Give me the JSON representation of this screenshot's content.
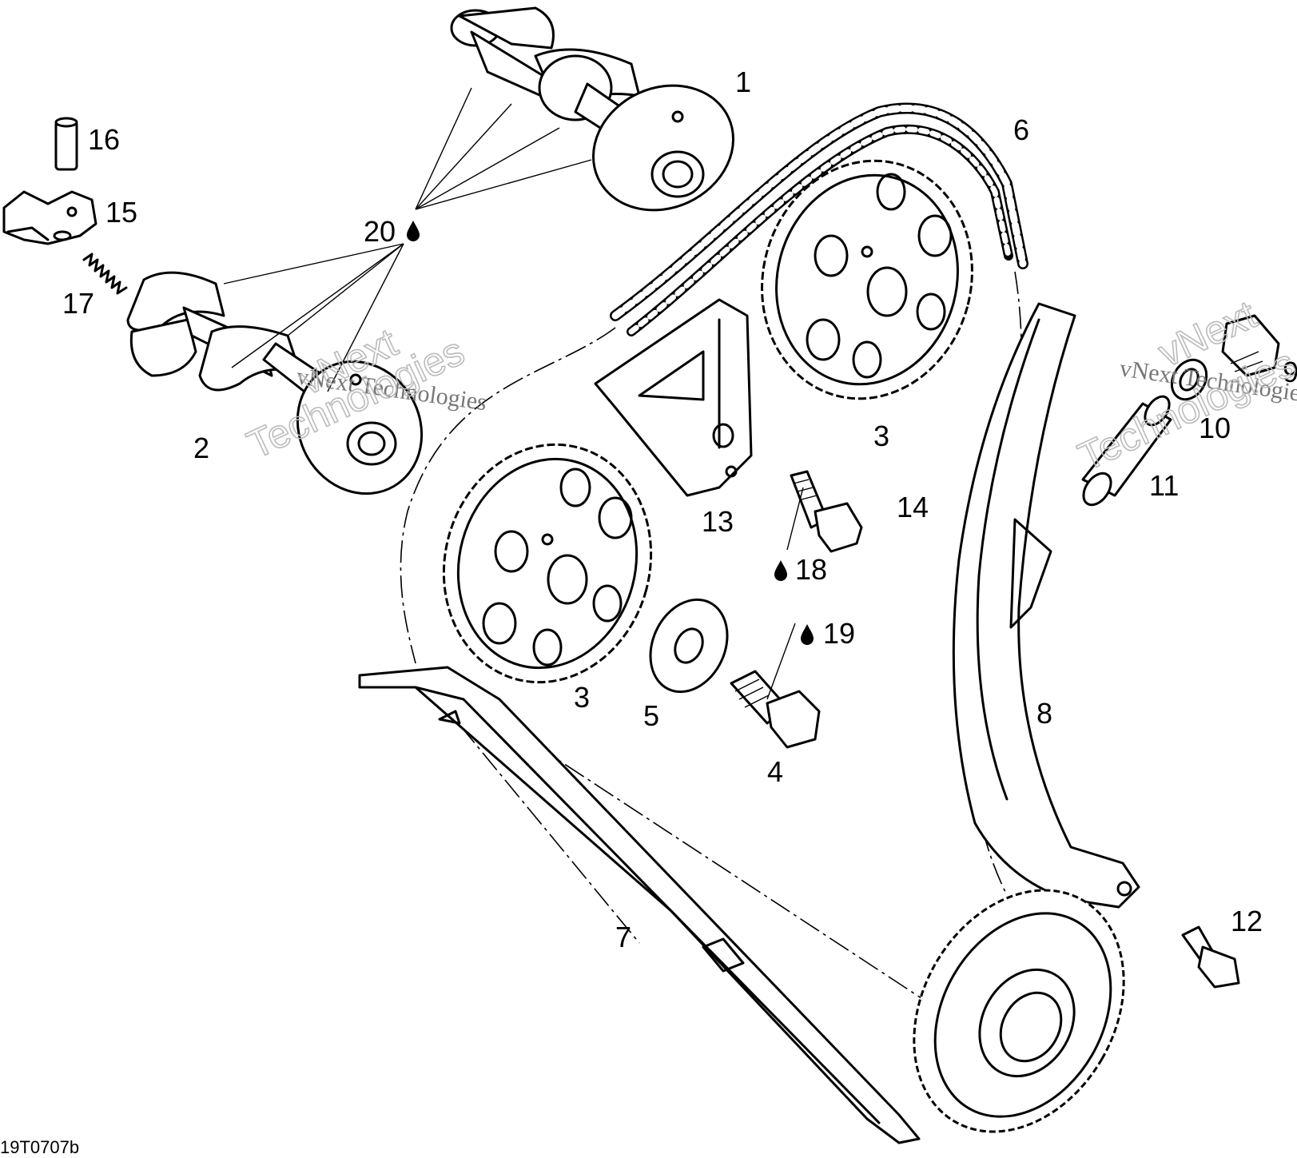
{
  "diagram": {
    "drawing_code": "19T0707b",
    "watermark": {
      "line1": "vNext Technologies",
      "line2_a": "vNext",
      "line2_b": "Technologies"
    },
    "callouts": {
      "p1": "1",
      "p2": "2",
      "p3a": "3",
      "p3b": "3",
      "p4": "4",
      "p5": "5",
      "p6": "6",
      "p7": "7",
      "p8": "8",
      "p9": "9",
      "p10": "10",
      "p11": "11",
      "p12": "12",
      "p13": "13",
      "p14": "14",
      "p15": "15",
      "p16": "16",
      "p17": "17",
      "p18": "18",
      "p19": "19",
      "p20": "20"
    },
    "icons": {
      "lubricant": "oil-drop-icon"
    }
  }
}
